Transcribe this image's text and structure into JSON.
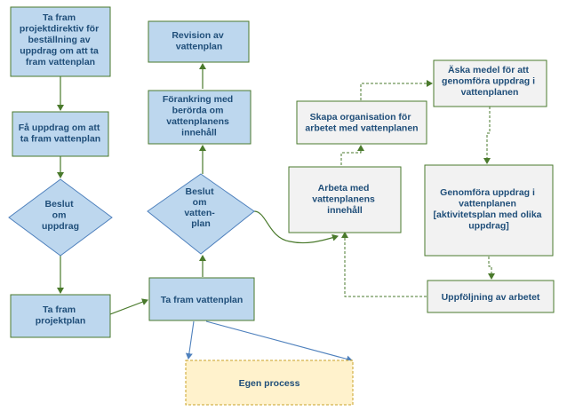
{
  "nodes": {
    "projektdirektiv": [
      "Ta fram",
      "projektdirektiv för",
      "beställning av",
      "uppdrag om att ta",
      "fram vattenplan"
    ],
    "fa_uppdrag": [
      "Få uppdrag om att",
      "ta fram vattenplan"
    ],
    "beslut_uppdrag": [
      "Beslut",
      "om",
      "uppdrag"
    ],
    "projektplan": [
      "Ta fram",
      "projektplan"
    ],
    "revision": [
      "Revision av",
      "vattenplan"
    ],
    "forankring": [
      "Förankring med",
      "berörda om",
      "vattenplanens",
      "innehåll"
    ],
    "beslut_vattenplan": [
      "Beslut",
      "om",
      "vatten-",
      "plan"
    ],
    "ta_fram_vattenplan": [
      "Ta fram vattenplan"
    ],
    "egen_process": [
      "Egen process"
    ],
    "skapa_organisation": [
      "Skapa organisation för",
      "arbetet med vattenplanen"
    ],
    "aska_medel": [
      "Äska medel för att",
      "genomföra uppdrag i",
      "vattenplanen"
    ],
    "arbeta_med": [
      "Arbeta med",
      "vattenplanens",
      "innehåll"
    ],
    "genomfora": [
      "Genomföra uppdrag i",
      "vattenplanen",
      "[aktivitetsplan med olika",
      "uppdrag]"
    ],
    "uppfoljning": [
      "Uppföljning av arbetet"
    ]
  }
}
